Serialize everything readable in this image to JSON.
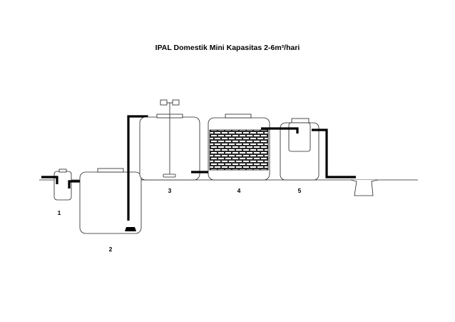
{
  "title": "IPAL Domestik Mini Kapasitas  2-6m³/hari",
  "units": {
    "u1": "1",
    "u2": "2",
    "u3": "3",
    "u4": "4",
    "u5": "5"
  }
}
